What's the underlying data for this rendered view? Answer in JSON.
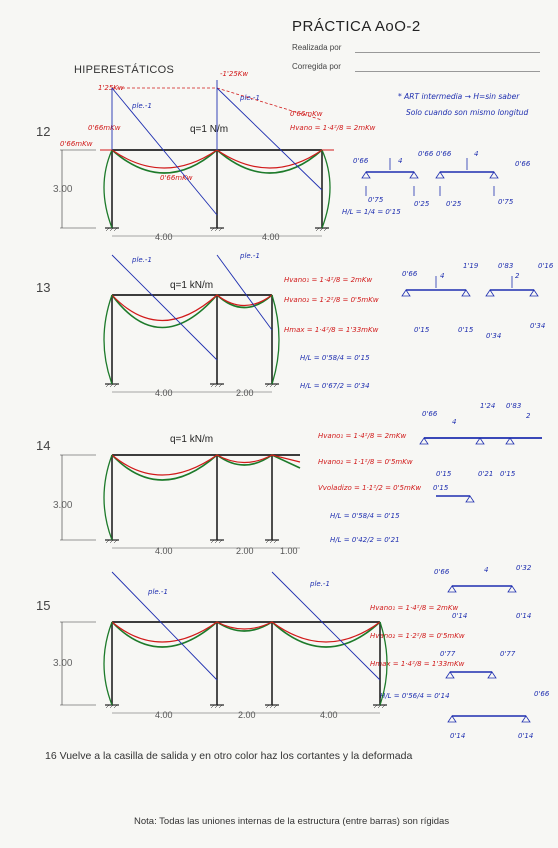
{
  "header": {
    "title": "PRÁCTICA AoO-2",
    "made_by_label": "Realizada por",
    "corrected_by_label": "Corregida por"
  },
  "section_title": "HIPERESTÁTICOS",
  "top_note": {
    "line1": "* ART intermedia → H=sin saber",
    "line2": "Solo cuando son mismo longitud"
  },
  "problems": [
    {
      "number": "12",
      "height": "3.00",
      "spans": [
        "4.00",
        "4.00"
      ],
      "load": "q=1 N/m",
      "annotations_red": [
        "1'25Kw",
        "-1'25Kw",
        "Hvano = 1·4²/8 = 2mKw",
        "0'66mKw",
        "0'66mKw",
        "0'66mKw",
        "0'66mKw"
      ],
      "annotations_blue": [
        "ple.-1",
        "ple.-1",
        "H/L = 1/4 = 0'15"
      ],
      "beam_values": [
        "0'66",
        "4",
        "0'66",
        "0'66",
        "4",
        "0'66",
        "0'25",
        "0'25",
        "0'75",
        "0'75"
      ]
    },
    {
      "number": "13",
      "height": "",
      "spans": [
        "4.00",
        "2.00"
      ],
      "load": "q=1 kN/m",
      "annotations_red": [
        "Hvano₁ = 1·4²/8 = 2mKw",
        "Hvano₂ = 1·2²/8 = 0'5mKw",
        "Hmax = 1·4²/8 = 1'33mKw"
      ],
      "annotations_blue": [
        "ple.-1",
        "ple.-1",
        "H/L = 0'58/4 = 0'15",
        "H/L = 0'67/2 = 0'34"
      ],
      "beam_values": [
        "0'66",
        "4",
        "1'19",
        "0'83",
        "2",
        "0'16",
        "0'15",
        "0'15",
        "0'34",
        "0'34"
      ]
    },
    {
      "number": "14",
      "height": "3.00",
      "spans": [
        "4.00",
        "2.00",
        "1.00"
      ],
      "load": "q=1 kN/m",
      "annotations_red": [
        "Hvano₁ = 1·4²/8 = 2mKw",
        "Hvano₂ = 1·1²/8 = 0'5mKw",
        "Vvoladizo = 1·1²/2 = 0'5mKw"
      ],
      "annotations_blue": [
        "H/L = 0'58/4 = 0'15",
        "H/L = 0'42/2 = 0'21"
      ],
      "beam_values": [
        "0'66",
        "4",
        "1'24",
        "0'83",
        "2",
        "0'15",
        "0'21",
        "0'15",
        "0'15"
      ]
    },
    {
      "number": "15",
      "height": "3.00",
      "spans": [
        "4.00",
        "2.00",
        "4.00"
      ],
      "load": "",
      "annotations_red": [
        "Hvano₁ = 1·4²/8 = 2mKw",
        "Hvano₂ = 1·2²/8 = 0'5mKw",
        "Hmax = 1·4²/8 = 1'33mKw"
      ],
      "annotations_blue": [
        "ple.-1",
        "ple.-1",
        "H/L = 0'56/4 = 0'14"
      ],
      "beam_values": [
        "0'66",
        "4",
        "0'32",
        "0'14",
        "0'14",
        "0'77",
        "0'77",
        "0'66",
        "0'14",
        "0'14"
      ]
    }
  ],
  "question16": "16  Vuelve a la casilla de salida y en otro color haz los cortantes y la deformada",
  "footer_note": "Nota: Todas las uniones internas de la estructura (entre barras) son rígidas",
  "colors": {
    "ink": "#222222",
    "red": "#d11a1a",
    "blue": "#1f2fb0",
    "green": "#1d7a2a",
    "paper": "#f7f7f4"
  }
}
